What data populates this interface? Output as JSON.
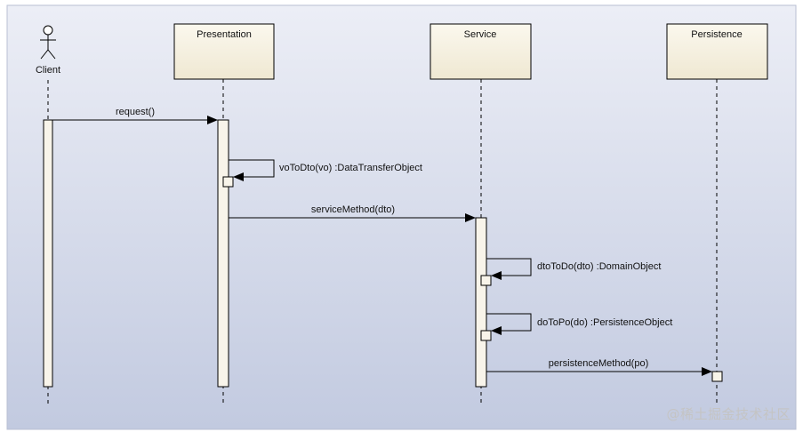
{
  "diagram": {
    "client": {
      "label": "Client"
    },
    "lifelines": [
      {
        "label": "Presentation"
      },
      {
        "label": "Service"
      },
      {
        "label": "Persistence"
      }
    ],
    "messages": [
      {
        "label": "request()"
      },
      {
        "label": "voToDto(vo) :DataTransferObject"
      },
      {
        "label": "serviceMethod(dto)"
      },
      {
        "label": "dtoToDo(dto) :DomainObject"
      },
      {
        "label": "doToPo(do) :PersistenceObject"
      },
      {
        "label": "persistenceMethod(po)"
      }
    ]
  },
  "watermark": {
    "text": "@稀土掘金技术社区"
  },
  "colors": {
    "background_top": "#e8ebf4",
    "background_bottom": "#c3cbe1",
    "header_fill": "#f6f1e1",
    "activation_fill": "#f8f4ea",
    "line": "#000000"
  }
}
